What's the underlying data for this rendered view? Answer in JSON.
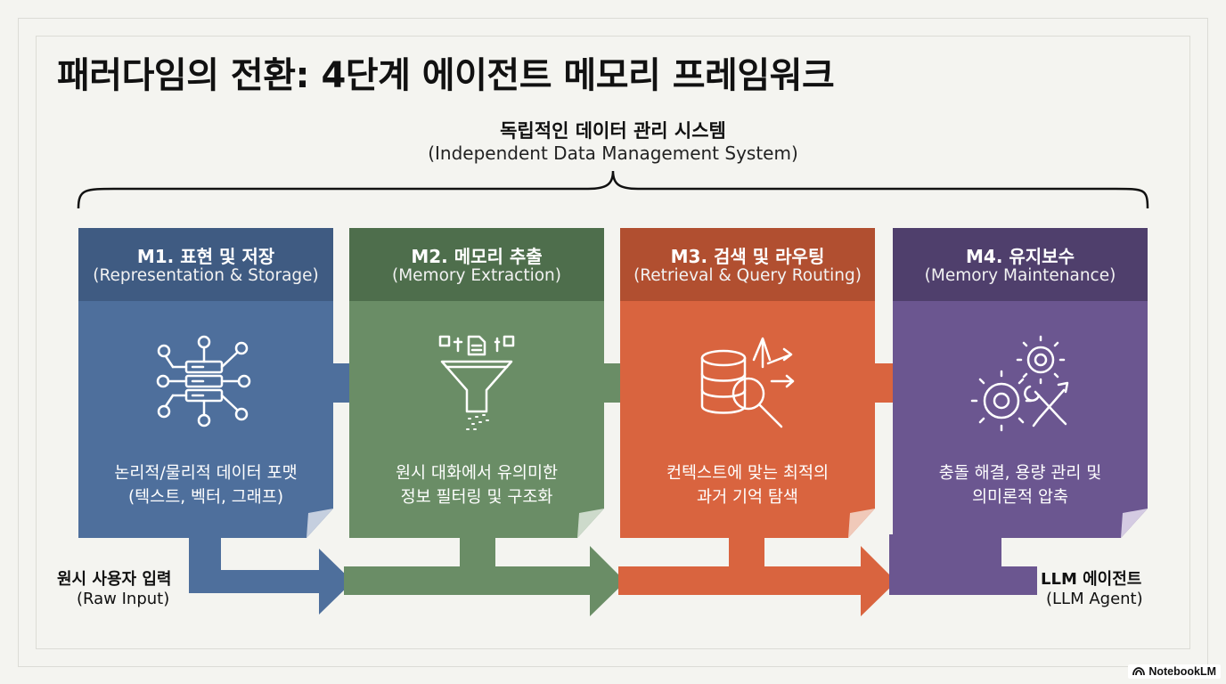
{
  "title": "패러다임의 전환: 4단계 에이전트 메모리 프레임워크",
  "system": {
    "title": "독립적인 데이터 관리 시스템",
    "subtitle": "(Independent Data Management System)"
  },
  "modules": [
    {
      "title": "M1. 표현 및 저장",
      "subtitle": "(Representation & Storage)",
      "desc_line1": "논리적/물리적 데이터 포맷",
      "desc_line2": "(텍스트, 벡터, 그래프)",
      "icon": "data-storage-network-icon",
      "header_color": "#3f5b82",
      "body_color": "#4e6f9c"
    },
    {
      "title": "M2. 메모리 추출",
      "subtitle": "(Memory Extraction)",
      "desc_line1": "원시 대화에서 유의미한",
      "desc_line2": "정보 필터링 및 구조화",
      "icon": "filter-funnel-icon",
      "header_color": "#4e6e4c",
      "body_color": "#6a8d66"
    },
    {
      "title": "M3. 검색 및 라우팅",
      "subtitle": "(Retrieval & Query Routing)",
      "desc_line1": "컨텍스트에 맞는 최적의",
      "desc_line2": "과거 기억 탐색",
      "icon": "database-search-icon",
      "header_color": "#b14f30",
      "body_color": "#d9643f"
    },
    {
      "title": "M4. 유지보수",
      "subtitle": "(Memory Maintenance)",
      "desc_line1": "충돌 해결, 용량 관리 및",
      "desc_line2": "의미론적 압축",
      "icon": "gears-tools-icon",
      "header_color": "#4f3f6c",
      "body_color": "#6b5690"
    }
  ],
  "input": {
    "title": "원시 사용자 입력",
    "subtitle": "(Raw Input)"
  },
  "output": {
    "title": "LLM 에이전트",
    "subtitle": "(LLM Agent)"
  },
  "brand": "NotebookLM"
}
